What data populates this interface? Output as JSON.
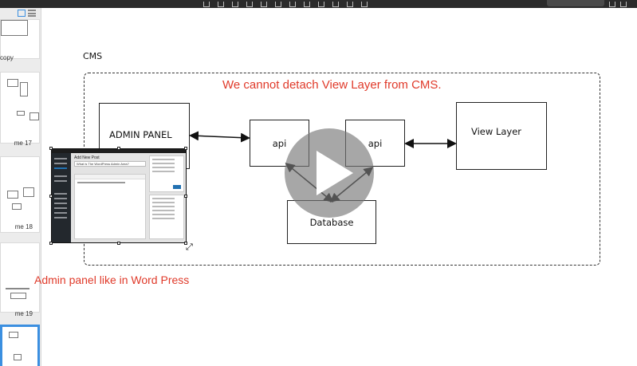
{
  "sidebar": {
    "view_toggle_icons": [
      "grid-view-icon",
      "list-view-icon"
    ],
    "items": [
      {
        "label": "copy"
      },
      {
        "label": "me 17"
      },
      {
        "label": "me 18"
      },
      {
        "label": "me 19"
      },
      {
        "label": ""
      }
    ],
    "selected_index": 4,
    "accent": "#3b8fe0"
  },
  "canvas": {
    "cms_label": "CMS",
    "note_top": "We cannot detach View Layer from CMS.",
    "note_bottom": "Admin panel like in Word Press",
    "note_color": "#e03a2a",
    "boxes": {
      "admin": "ADMIN PANEL",
      "api_left": "api",
      "api_right": "api",
      "view": "View Layer",
      "database": "Database"
    },
    "video_overlay": {
      "icon": "play-icon"
    },
    "embed": {
      "wp_page_title": "Add New Post",
      "wp_post_title": "What is The WordPress Admin Area?"
    }
  }
}
